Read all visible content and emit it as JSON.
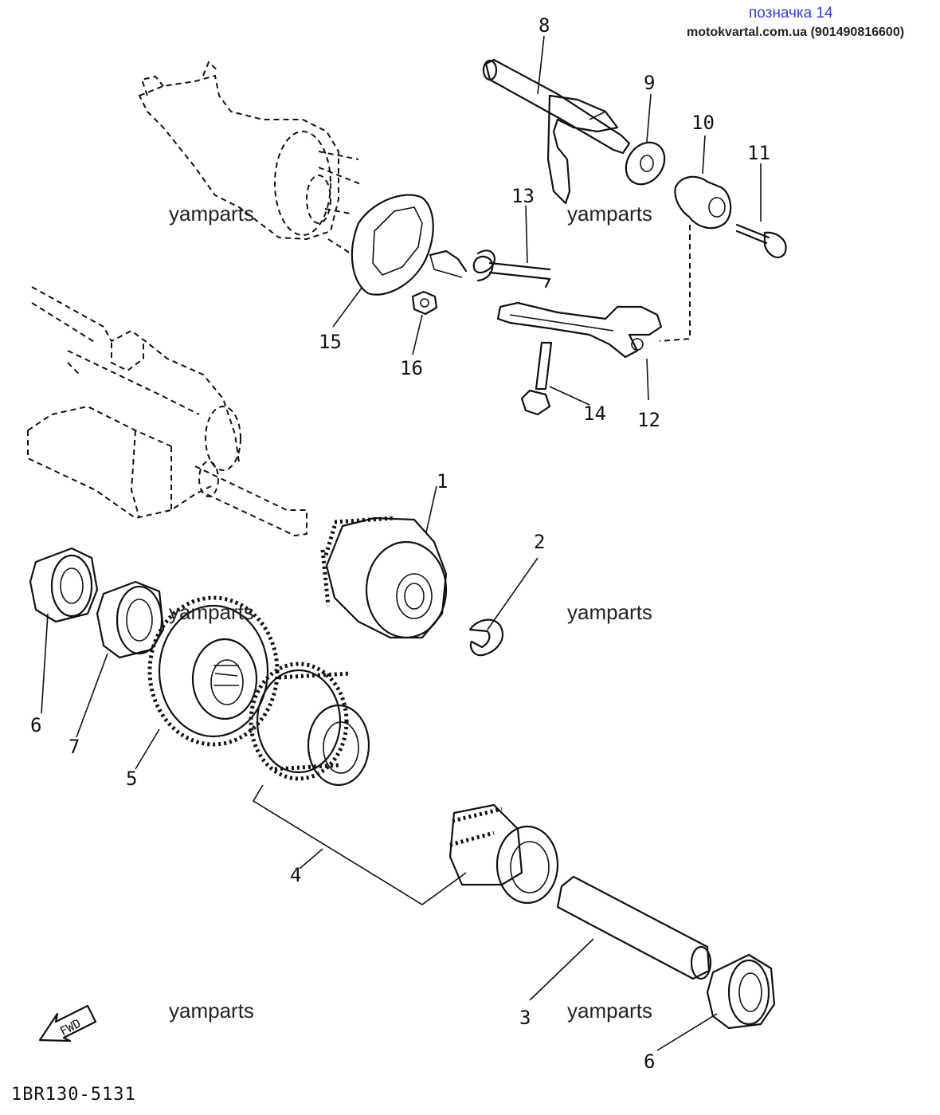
{
  "header": {
    "title": "позначка 14",
    "source": "motokvartal.com.ua (901490816600)"
  },
  "watermark": "yamparts",
  "diagram_code": "1BR130-5131",
  "fwd_label": "FWD",
  "callouts": [
    "1",
    "2",
    "3",
    "4",
    "5",
    "6",
    "7",
    "8",
    "9",
    "10",
    "11",
    "12",
    "13",
    "14",
    "15",
    "16",
    "6"
  ],
  "colors": {
    "ink": "#111111",
    "header_link": "#3340d6"
  }
}
